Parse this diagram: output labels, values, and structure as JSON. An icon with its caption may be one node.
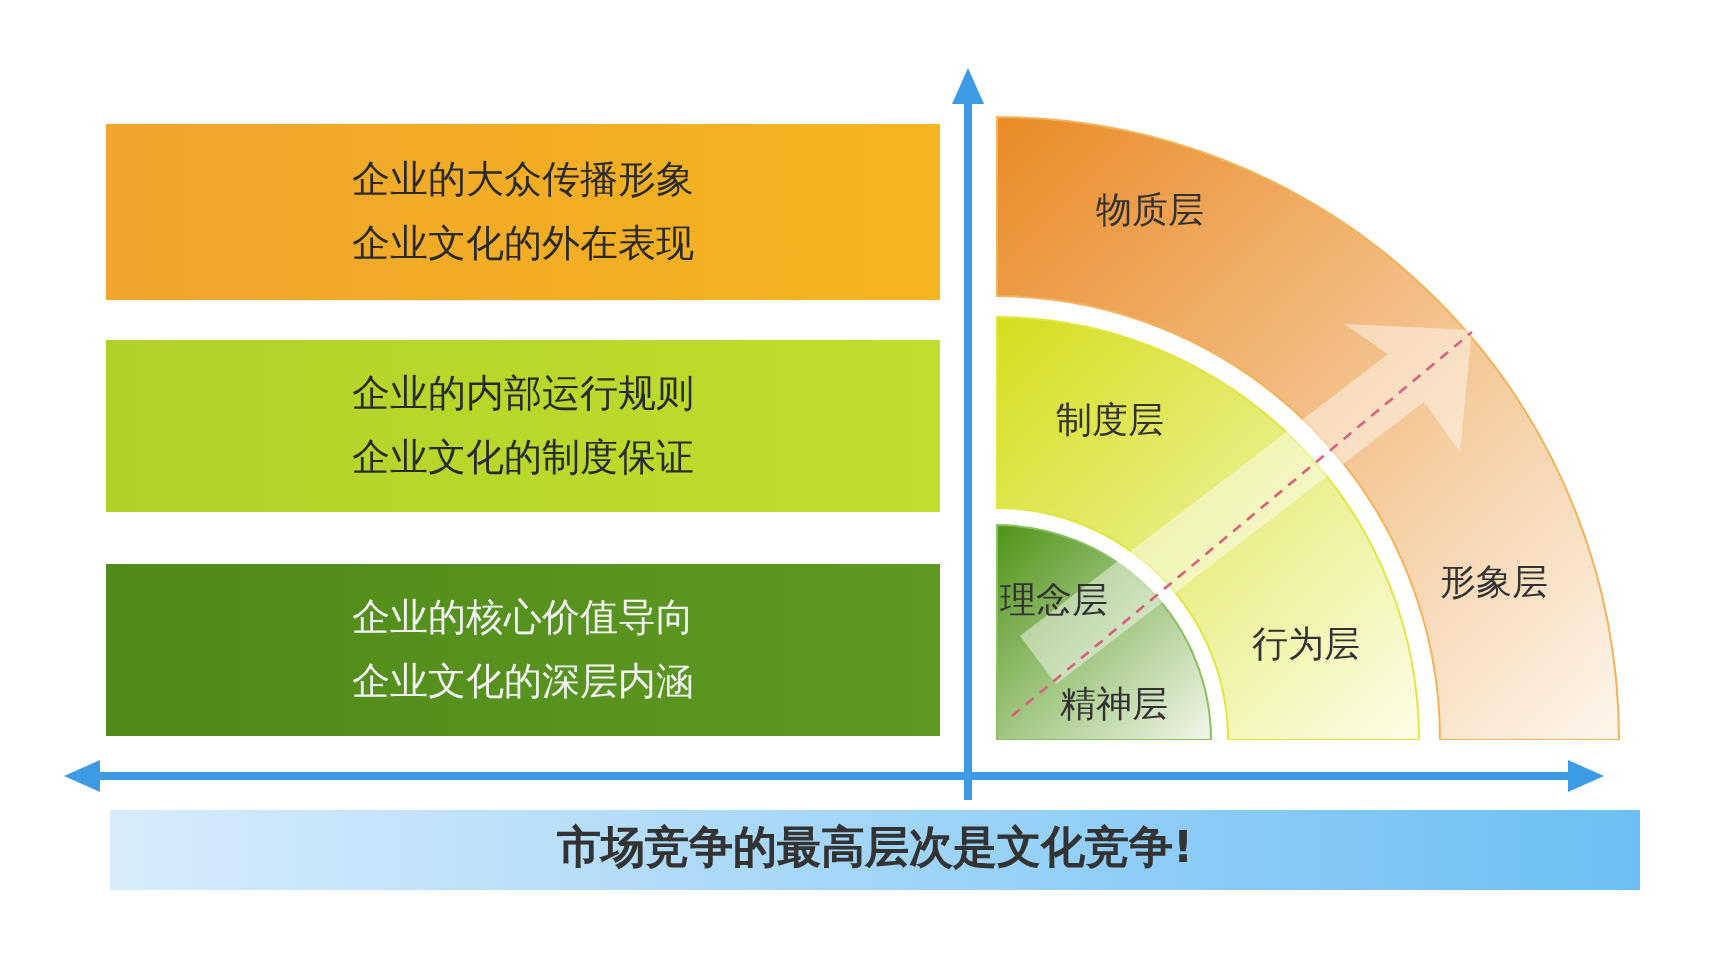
{
  "diagram": {
    "nodes": [
      {
        "text": [
          "企业的大众传播形象",
          "企业文化的外在表现"
        ]
      },
      {
        "text": [
          "企业的内部运行规则",
          "企业文化的制度保证"
        ]
      },
      {
        "text": [
          "企业的核心价值导向",
          "企业文化的深层内涵"
        ]
      },
      {
        "text": [
          "物质层",
          "形象层"
        ]
      },
      {
        "text": [
          "制度层",
          "行为层"
        ]
      },
      {
        "text": [
          "理念层",
          "精神层"
        ]
      },
      {
        "text": [
          "市场竞争的最高层次是文化竞争!"
        ]
      }
    ]
  }
}
